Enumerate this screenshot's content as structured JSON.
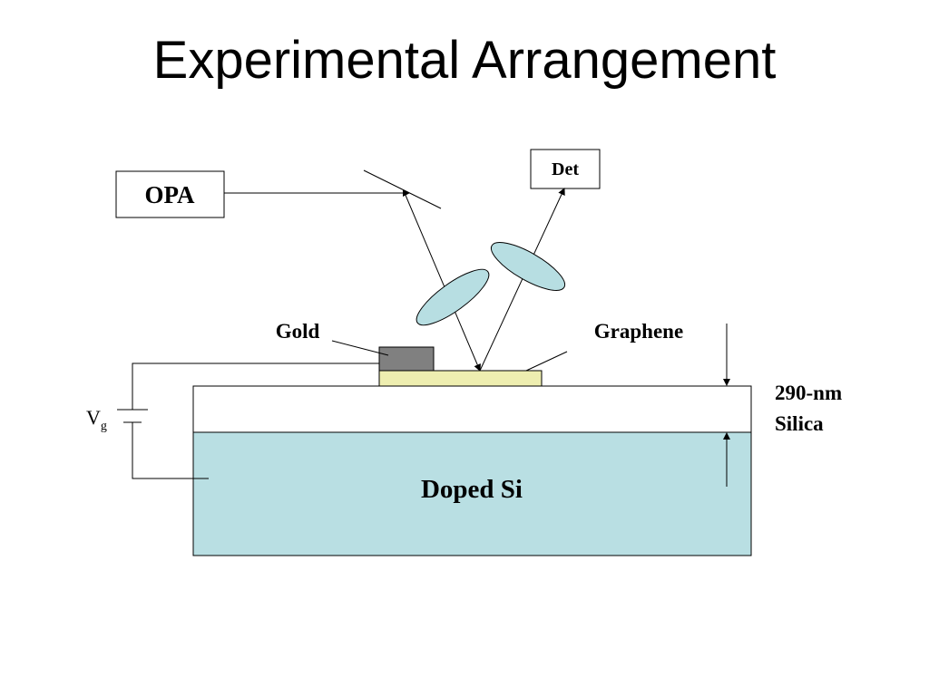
{
  "slide": {
    "title": "Experimental Arrangement"
  },
  "diagram": {
    "opa_label": "OPA",
    "det_label": "Det",
    "gold_label": "Gold",
    "graphene_label": "Graphene",
    "silica_thickness_label": "290-nm",
    "silica_material_label": "Silica",
    "substrate_label": "Doped Si",
    "gate_voltage_symbol": "V",
    "gate_voltage_subscript": "g"
  },
  "colors": {
    "lens_fill": "#b7dee2",
    "substrate_fill": "#b9dfe3",
    "gold_fill": "#808080",
    "graphene_fill": "#eeeeb0",
    "line": "#000000"
  }
}
